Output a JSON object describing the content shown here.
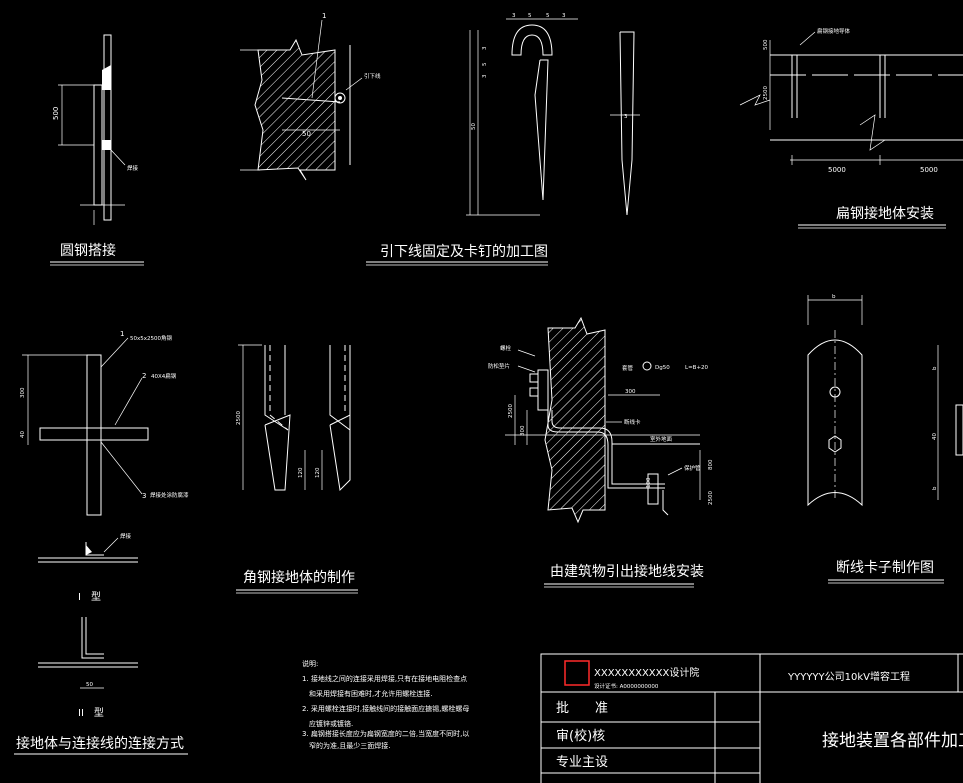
{
  "titles": {
    "round_steel_lap": "圆钢搭接",
    "down_conductor_fix": "引下线固定及卡钉的加工图",
    "flat_steel_install": "扁钢接地体安装",
    "angle_steel_make": "角钢接地体的制作",
    "building_lead_out": "由建筑物引出接地线安装",
    "disconnect_clamp": "断线卡子制作图",
    "connection_methods": "接地体与连接线的连接方式"
  },
  "labels": {
    "weld": "焊接",
    "down_conductor": "引下线",
    "flat_steel_conductor": "扁钢接地导体",
    "dim_500": "500",
    "dim_50": "50",
    "dim_3": "3",
    "dim_5": "5",
    "dim_5000": "5000",
    "dim_2500": "2500",
    "dim_300": "300",
    "dim_40": "40",
    "dim_120": "120",
    "dim_800": "800",
    "dim_100": "100",
    "dim_b": "b",
    "callout_1": "1",
    "callout_2": "2",
    "callout_3": "3",
    "item_1": "50x5x2500角钢",
    "item_2": "40X4扁钢",
    "item_3": "焊接处涂防腐漆",
    "type_1": "I　型",
    "type_2": "II　型",
    "bolt": "螺栓",
    "anti_loose": "防松垫片",
    "pipe_spec": "套管",
    "pipe_dg": "Dg50",
    "pipe_len": "L=B+20",
    "outdoor": "室外地面",
    "disconnect": "断线卡",
    "protection_pipe": "保护管"
  },
  "notes": {
    "heading": "说明:",
    "items": [
      "1. 接地线之间的连接采用焊接,只有在接地电阻检查点",
      "　和采用焊接有困难时,才允许用螺栓连接.",
      "2. 采用螺栓连接时,接触线间的接触面应搪锡,螺栓螺母",
      "　应镀锌或镀铬.",
      "3. 扁钢搭接长度应为扁钢宽度的二倍,当宽度不同时,以",
      "　窄的为准,且最少三面焊接."
    ]
  },
  "title_block": {
    "institute": "XXXXXXXXXXX设计院",
    "cert": "设计证书: A0000000000",
    "project": "YYYYYY公司10kV增容工程",
    "drawing_title": "接地装置各部件加工图",
    "approve": "批　　准",
    "review": "审(校)核",
    "chief": "专业主设"
  },
  "colors": {
    "background": "#000000",
    "line": "#ffffff",
    "logo_red": "#ff2a2a"
  }
}
